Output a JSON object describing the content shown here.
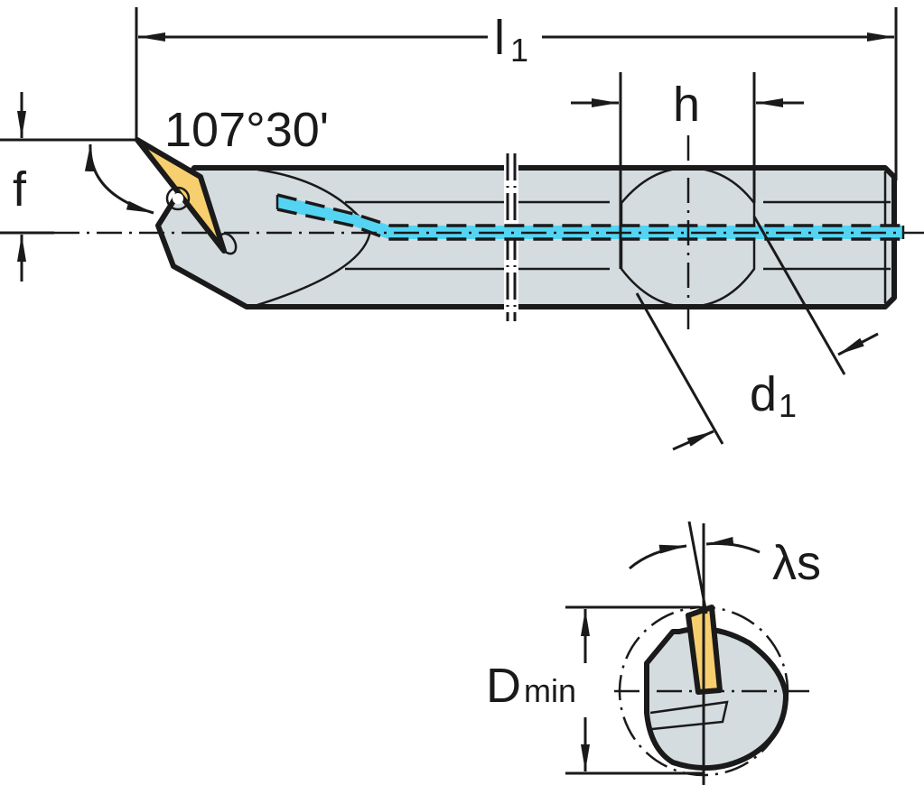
{
  "labels": {
    "overall_length": {
      "main": "l",
      "sub": "1"
    },
    "shank_height": "h",
    "angle": "107°30'",
    "offset": "f",
    "shank_diameter": {
      "main": "d",
      "sub": "1"
    },
    "inclination_angle": "λs",
    "min_bore": {
      "main": "D",
      "sub": "min"
    }
  },
  "colors": {
    "body": "#d5dcdf",
    "shank_section": "#a9b4b6",
    "insert": "#f7cf6f",
    "coolant": "#54d4f2",
    "outline": "#1a1a1a"
  }
}
